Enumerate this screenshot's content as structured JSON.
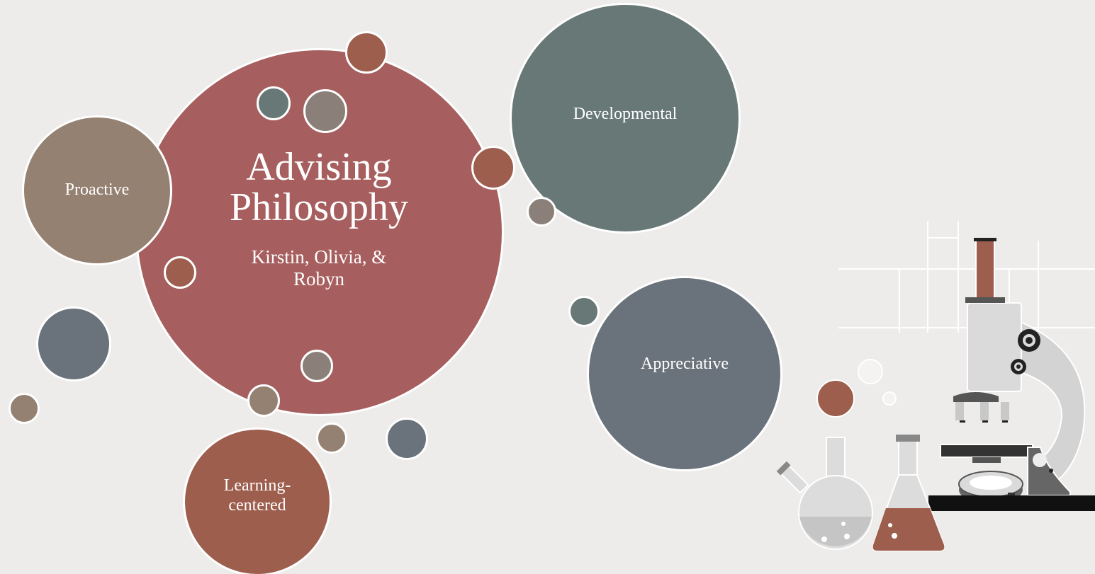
{
  "title": "Advising\nPhilosophy",
  "subtitle": "Kirstin, Olivia, &\nRobyn",
  "bubbles": {
    "proactive": "Proactive",
    "developmental": "Developmental",
    "appreciative": "Appreciative",
    "learning_centered": "Learning-\ncentered"
  },
  "colors": {
    "background": "#EEECEA",
    "rose": "#A65E5E",
    "taupe": "#958172",
    "slate_green": "#677877",
    "slate_blue": "#6A727B",
    "rust": "#9E5E4E",
    "gray_brown": "#8A8079"
  },
  "illustration": "microscope-and-flasks"
}
